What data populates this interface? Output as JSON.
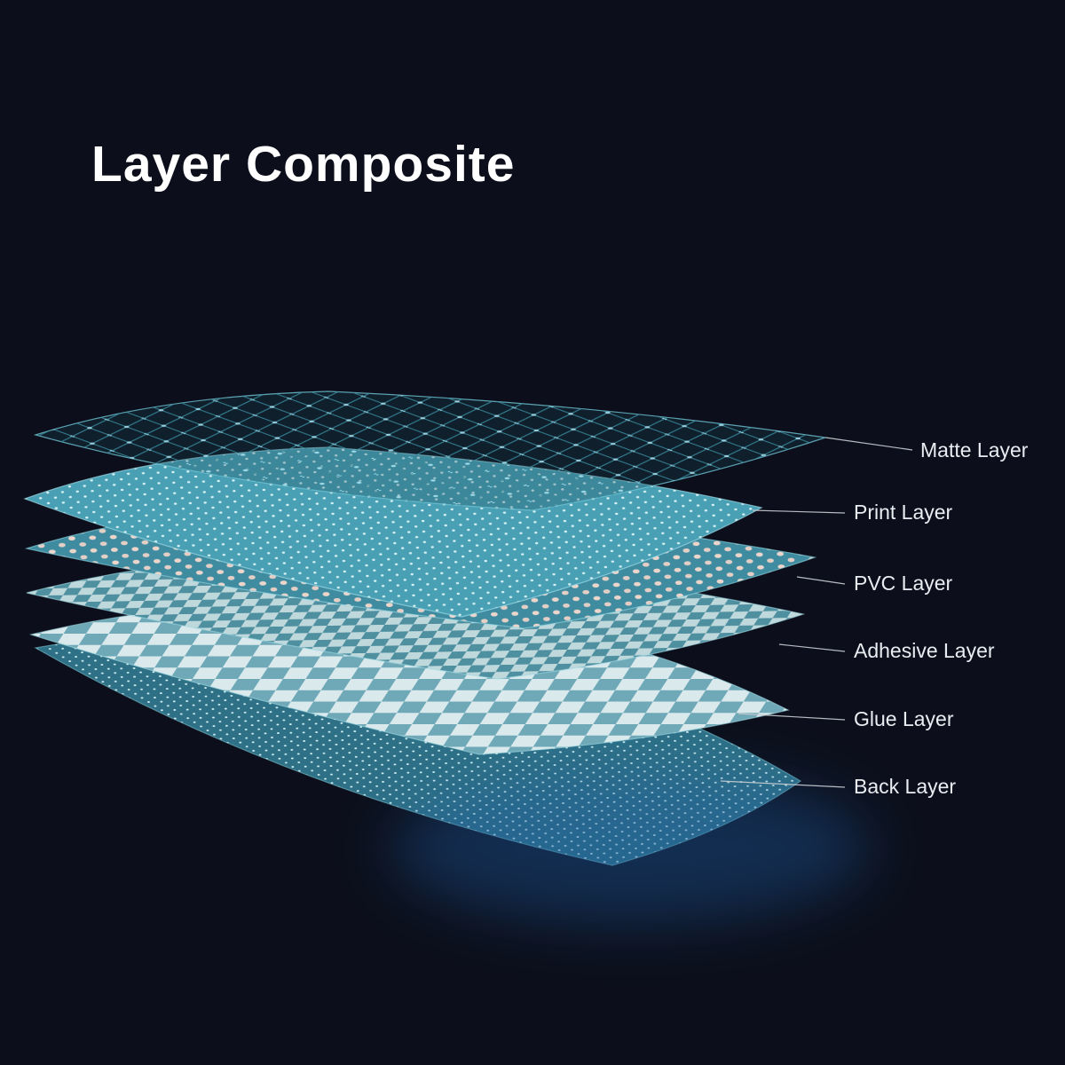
{
  "title": "Layer Composite",
  "layers": [
    {
      "label": "Matte Layer",
      "texture": "wire-grid-dots"
    },
    {
      "label": "Print Layer",
      "texture": "fine-dots-teal"
    },
    {
      "label": "PVC Layer",
      "texture": "large-dots-pink"
    },
    {
      "label": "Adhesive Layer",
      "texture": "diamond-checker-small"
    },
    {
      "label": "Glue Layer",
      "texture": "diamond-checker-large"
    },
    {
      "label": "Back Layer",
      "texture": "fine-dots-dark"
    }
  ],
  "colors": {
    "background": "#0c0f1b",
    "teal_accent": "#4aa0b4",
    "teal_dark": "#2e7086",
    "pink_dot": "#ecd6cc",
    "sheet_edge": "#8fd8e4",
    "label_text": "#e9edf2",
    "connector_line": "#c6cbd2",
    "glow_blue": "#1d5a9e",
    "title_text": "#ffffff"
  }
}
